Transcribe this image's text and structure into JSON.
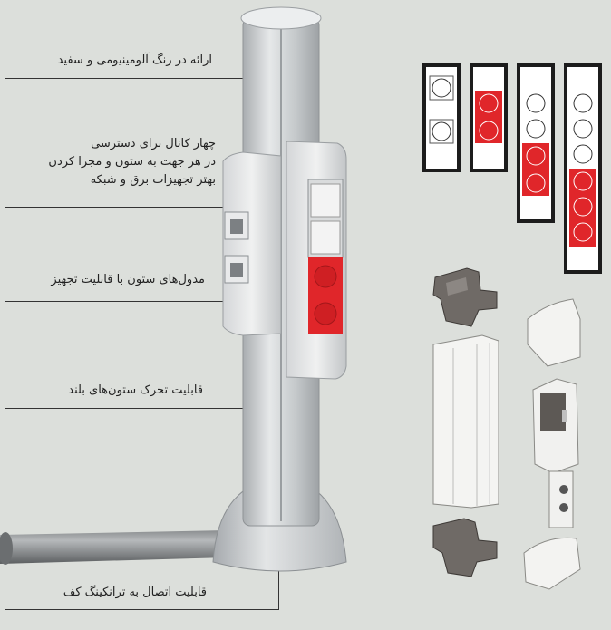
{
  "labels": {
    "color_finish": "ارائه در رنگ آلومینیومی و سفید",
    "channels_line1": "چهار کانال برای دسترسی",
    "channels_line2": "در هر جهت به ستون و مجزا کردن",
    "channels_line3": "بهتر تجهیزات برق و شبکه",
    "modules": "مدول‌های ستون با قابلیت تجهیز",
    "movable": "قابلیت تحرک ستون‌های بلند",
    "floor_connection": "قابلیت اتصال به ترانکینگ کف"
  },
  "colors": {
    "background": "#dcdfdb",
    "aluminium": "#c9ccce",
    "white_socket": "#f2f2f2",
    "red_socket": "#e0262a",
    "accessory_dark": "#6f6a66"
  },
  "socket_configs": [
    [
      "white",
      "white"
    ],
    [
      "red",
      "red"
    ],
    [
      "white",
      "white",
      "red",
      "red"
    ],
    [
      "white",
      "white",
      "white",
      "red",
      "red",
      "red"
    ]
  ]
}
